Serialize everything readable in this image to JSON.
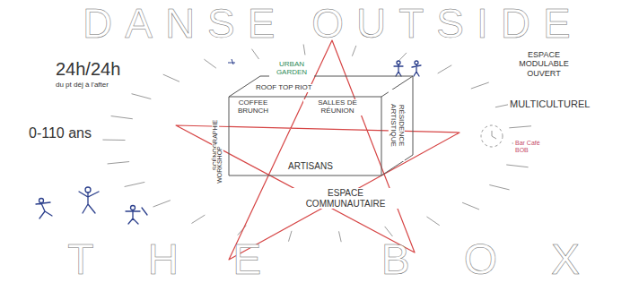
{
  "diagram": {
    "title": "DANSE OUTSIDE",
    "caption": "THE BOX",
    "nodes": [
      {
        "text": [
          "URBAN GARDEN",
          "ROOF TOP RIOT",
          "COFFEE BRUNCH",
          "SALLES DE RÉUNION",
          "ARTISANS",
          "RÉSIDENCE ARTISTIQUE"
        ]
      }
    ],
    "labels": [
      "24h/24h",
      "du pt déj à l'after",
      "0-110 ans",
      "ESPACE MODULABLE OUVERT",
      "MULTICULTUREL",
      "SCÉNOGRAPHIE",
      "WORKSHOP",
      "ESPACE COMMUNAUTAIRE",
      "Bar Café BOB"
    ]
  }
}
